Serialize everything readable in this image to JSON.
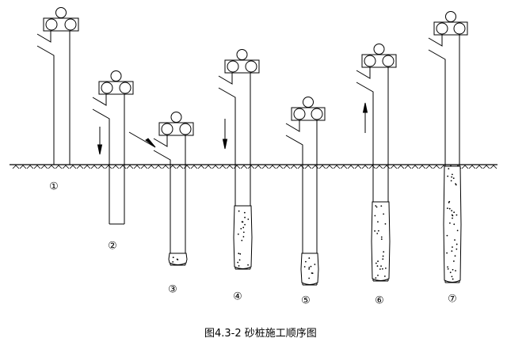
{
  "caption": "图4.3-2 砂桩施工顺序图",
  "steps": [
    {
      "label": "①",
      "arrow": "none",
      "sand": false
    },
    {
      "label": "②",
      "arrow": "down",
      "sand": false
    },
    {
      "label": "③",
      "arrow": "slant-in",
      "sand": true
    },
    {
      "label": "④",
      "arrow": "down",
      "sand": true
    },
    {
      "label": "⑤",
      "arrow": "none",
      "sand": true
    },
    {
      "label": "⑥",
      "arrow": "up",
      "sand": true
    },
    {
      "label": "⑦",
      "arrow": "none",
      "sand": true
    }
  ],
  "colors": {
    "line": "#000000",
    "background": "#ffffff"
  }
}
